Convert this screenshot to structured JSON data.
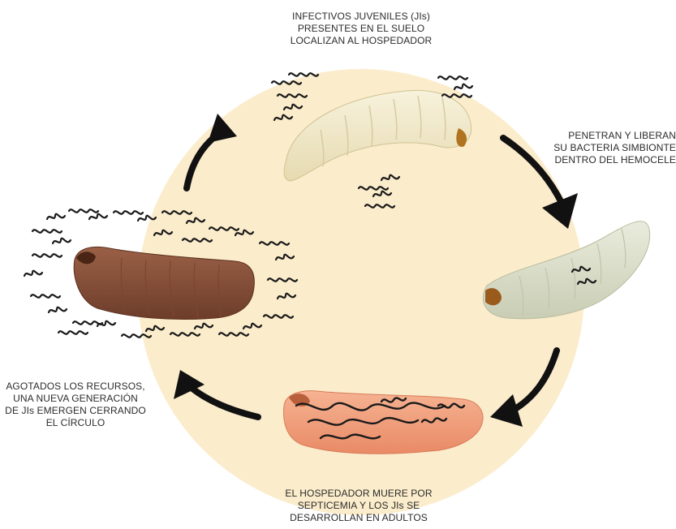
{
  "labels": {
    "top": [
      "INFECTIVOS JUVENILES (JIs)",
      "PRESENTES EN EL SUELO",
      "LOCALIZAN AL HOSPEDADOR"
    ],
    "right": [
      "PENETRAN Y LIBERAN",
      "SU BACTERIA SIMBIONTE",
      "DENTRO DEL HEMOCELE"
    ],
    "bottom": [
      "EL HOSPEDADOR MUERE POR",
      "SEPTICEMIA Y LOS JIs SE",
      "DESARROLLAN EN ADULTOS"
    ],
    "left": [
      "AGOTADOS LOS RECURSOS,",
      "UNA NUEVA GENERACIÓN",
      "DE JIs EMERGEN CERRANDO",
      "EL CÍRCULO"
    ]
  },
  "colors": {
    "background_circle": "#fbeccb",
    "larva_healthy": "#f2e9c8",
    "larva_infected": "#dfe2cf",
    "larva_dead_red": "#f1a07e",
    "larva_brown": "#8a5239",
    "arrow": "#111111",
    "nematode": "#1a1a1a"
  }
}
